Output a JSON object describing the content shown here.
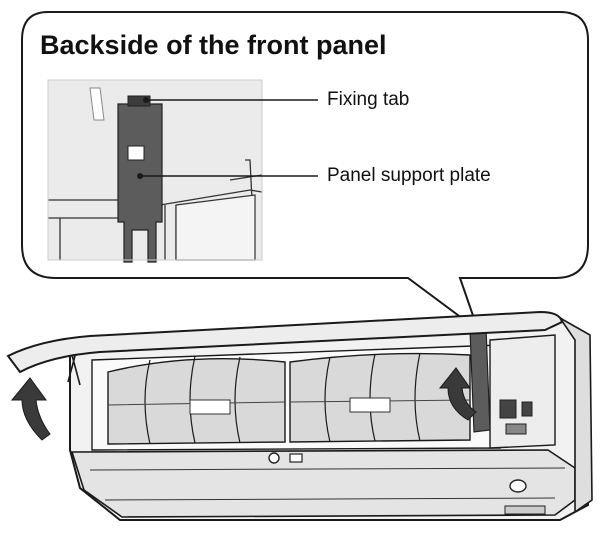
{
  "callout": {
    "title": "Backside of the front panel",
    "labels": {
      "fixing_tab": "Fixing tab",
      "panel_support_plate": "Panel support plate"
    }
  },
  "colors": {
    "line": "#1a1a1a",
    "panel_gray": "#ededed",
    "dark_gray": "#5c5c5c",
    "filter_gray": "#d9d9d9"
  }
}
